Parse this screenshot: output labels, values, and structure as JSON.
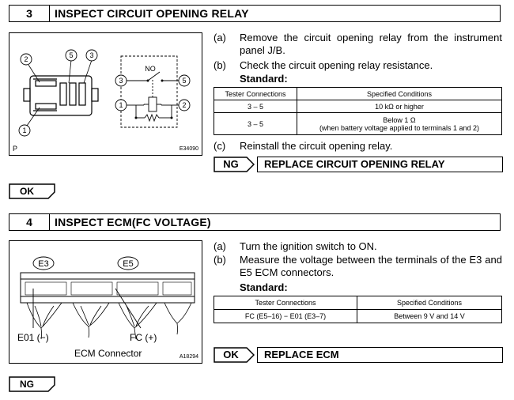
{
  "step3": {
    "number": "3",
    "title": "INSPECT CIRCUIT OPENING RELAY",
    "figure": {
      "pins": [
        "2",
        "5",
        "3",
        "1"
      ],
      "schematic_pins": [
        "3",
        "5",
        "1",
        "2"
      ],
      "no_label": "NO",
      "corner": "P",
      "id": "E34090"
    },
    "instructions": [
      {
        "label": "(a)",
        "text": "Remove the circuit opening relay from the instrument panel J/B."
      },
      {
        "label": "(b)",
        "text": "Check the circuit opening relay resistance."
      }
    ],
    "standard": "Standard:",
    "table": {
      "headers": [
        "Tester Connections",
        "Specified Conditions"
      ],
      "rows": [
        {
          "conn": "3 – 5",
          "cond": "10 kΩ or higher",
          "note": ""
        },
        {
          "conn": "3 – 5",
          "cond": "Below 1 Ω",
          "note": "(when battery voltage applied to terminals 1 and 2)"
        }
      ]
    },
    "instruction_c": {
      "label": "(c)",
      "text": "Reinstall the circuit opening relay."
    },
    "ng": {
      "tag": "NG",
      "action": "REPLACE CIRCUIT OPENING RELAY"
    },
    "ok": "OK"
  },
  "step4": {
    "number": "4",
    "title": "INSPECT ECM(FC VOLTAGE)",
    "figure": {
      "connector_e3": "E3",
      "connector_e5": "E5",
      "terminal_e01": "E01 (−)",
      "terminal_fc": "FC (+)",
      "caption": "ECM Connector",
      "id": "A18294"
    },
    "instructions": [
      {
        "label": "(a)",
        "text": "Turn the ignition switch to ON."
      },
      {
        "label": "(b)",
        "text": "Measure the voltage between the terminals of the E3 and E5 ECM connectors."
      }
    ],
    "standard": "Standard:",
    "table": {
      "headers": [
        "Tester Connections",
        "Specified Conditions"
      ],
      "rows": [
        {
          "conn": "FC (E5–16) − E01 (E3–7)",
          "cond": "Between 9 V and 14 V"
        }
      ]
    },
    "ok": {
      "tag": "OK",
      "action": "REPLACE ECM"
    },
    "ng": "NG"
  }
}
